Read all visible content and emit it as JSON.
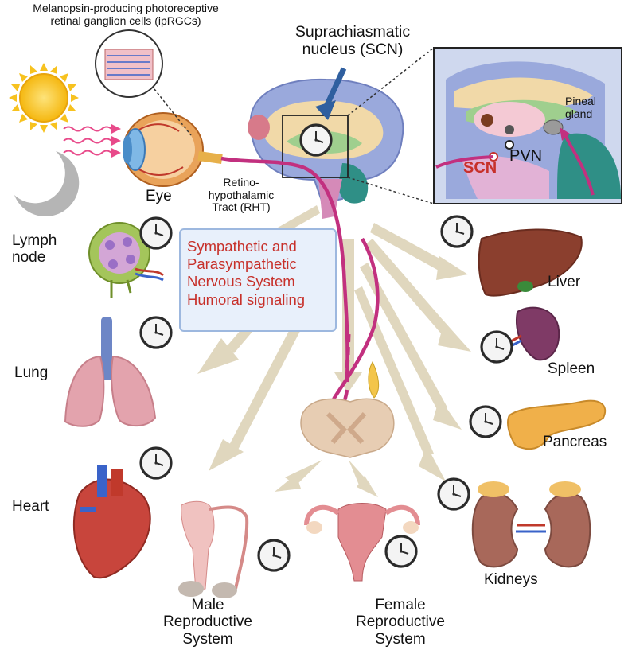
{
  "labels": {
    "iprgc_line1": "Melanopsin-producing photoreceptive",
    "iprgc_line2": "retinal ganglion cells (ipRGCs)",
    "scn_line1": "Suprachiasmatic",
    "scn_line2": "nucleus (SCN)",
    "eye": "Eye",
    "rht_line1": "Retino-",
    "rht_line2": "hypothalamic",
    "rht_line3": "Tract (RHT)",
    "pineal_line1": "Pineal",
    "pineal_line2": "gland",
    "pvn": "PVN",
    "scn_short": "SCN"
  },
  "signaling": {
    "line1": "Sympathetic and",
    "line2": "Parasympathetic",
    "line3": "Nervous System",
    "line4": "Humoral signaling"
  },
  "organs": {
    "lymph_line1": "Lymph",
    "lymph_line2": "node",
    "lung": "Lung",
    "heart": "Heart",
    "male_line1": "Male",
    "male_line2": "Reproductive",
    "male_line3": "System",
    "female_line1": "Female",
    "female_line2": "Reproductive",
    "female_line3": "System",
    "liver": "Liver",
    "spleen": "Spleen",
    "pancreas": "Pancreas",
    "kidneys": "Kidneys"
  },
  "colors": {
    "tract_magenta": "#c2307f",
    "arrow_beige": "#ddd3b8",
    "sun_yellow": "#f7c21f",
    "moon_gray": "#b0b0b0",
    "text_red": "#c7302a",
    "box_fill": "#e8f0fb"
  },
  "icons": [
    "sun-icon",
    "moon-icon",
    "eye-icon",
    "clock-icon",
    "brain-icon",
    "lymph-node-icon",
    "lung-icon",
    "heart-icon",
    "liver-icon",
    "spleen-icon",
    "pancreas-icon",
    "kidneys-icon",
    "spinal-cord-icon",
    "male-reproductive-icon",
    "female-reproductive-icon"
  ]
}
